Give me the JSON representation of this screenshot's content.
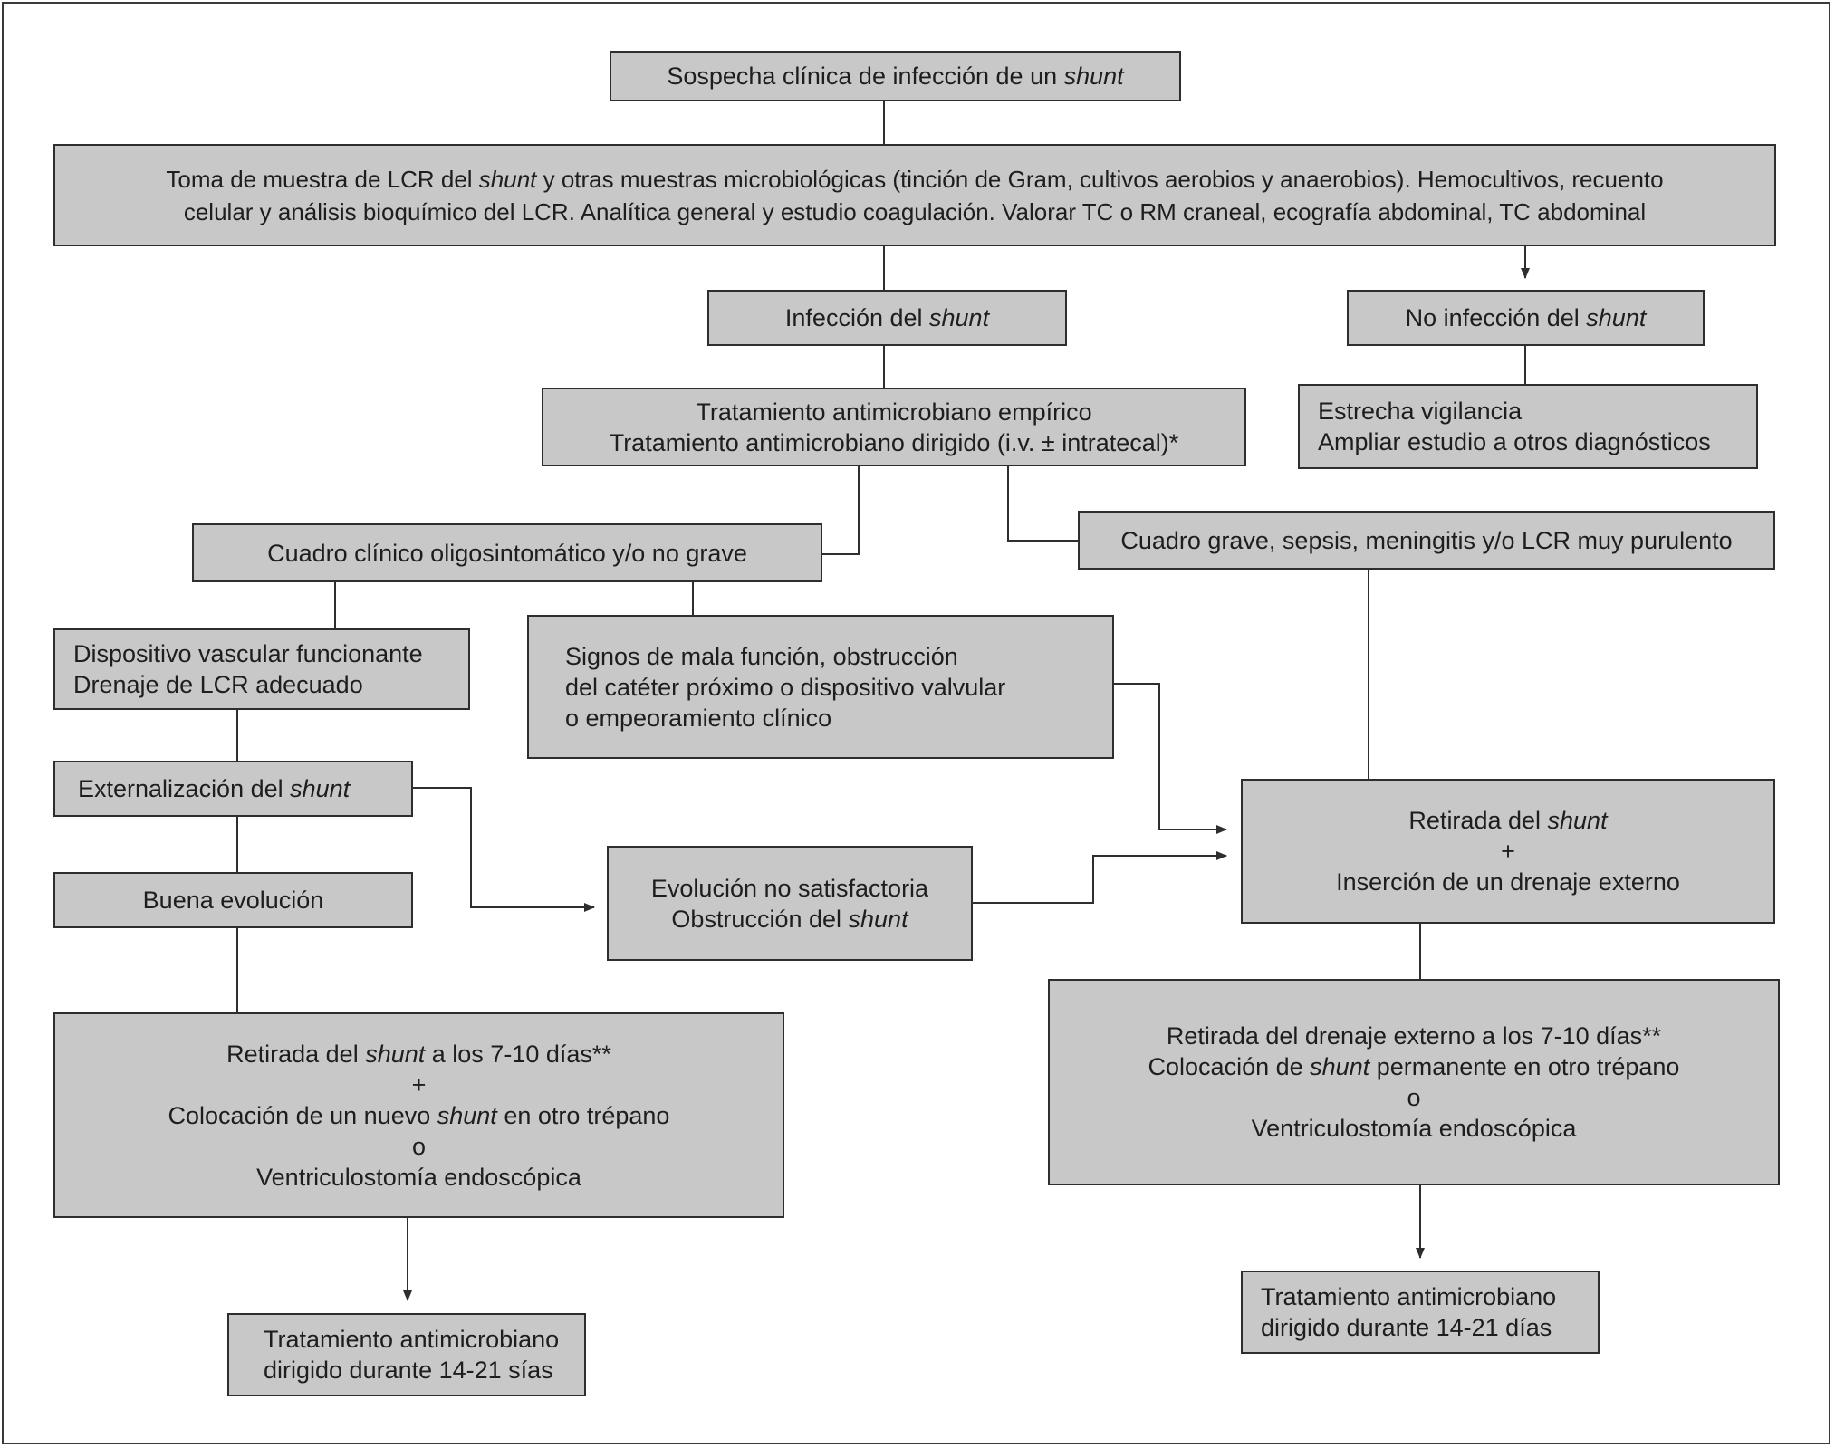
{
  "colors": {
    "box_fill": "#c8c8c8",
    "box_border": "#2e2e2e",
    "connector": "#2e2e2e",
    "frame": "#3a3a3a",
    "text": "#1e1e1e"
  },
  "nodes": {
    "sospecha": {
      "line1": {
        "a": "Sospecha clínica de infección de un ",
        "b": "shunt"
      }
    },
    "toma_muestra": {
      "line1": {
        "a": "Toma de muestra de LCR del ",
        "b": "shunt",
        "c": " y otras muestras microbiológicas (tinción de Gram, cultivos aerobios y anaerobios). Hemocultivos, recuento"
      },
      "line2": "celular y análisis bioquímico del LCR. Analítica general y estudio coagulación. Valorar TC o RM craneal, ecografía abdominal, TC abdominal"
    },
    "infeccion": {
      "line1": {
        "a": "Infección del ",
        "b": "shunt"
      }
    },
    "no_infeccion": {
      "line1": {
        "a": "No infección del ",
        "b": "shunt"
      }
    },
    "tratamiento_empirico": {
      "line1": "Tratamiento antimicrobiano empírico",
      "line2": "Tratamiento antimicrobiano dirigido (i.v. ± intratecal)*"
    },
    "vigilancia": {
      "line1": "Estrecha vigilancia",
      "line2": "Ampliar estudio a otros diagnósticos"
    },
    "oligosintomatico": {
      "line1": "Cuadro clínico oligosintomático y/o no grave"
    },
    "grave": {
      "line1": "Cuadro grave, sepsis, meningitis y/o LCR muy purulento"
    },
    "dispositivo": {
      "line1": "Dispositivo vascular funcionante",
      "line2": "Drenaje de LCR adecuado"
    },
    "signos": {
      "line1": "Signos de mala función, obstrucción",
      "line2": "del catéter próximo o dispositivo valvular",
      "line3": "o empeoramiento clínico"
    },
    "externalizacion": {
      "line1": {
        "a": "Externalización del ",
        "b": "shunt"
      }
    },
    "buena_evolucion": {
      "line1": "Buena evolución"
    },
    "evolucion_no_satisfactoria": {
      "line1": "Evolución no satisfactoria",
      "line2": {
        "a": "Obstrucción del ",
        "b": "shunt"
      }
    },
    "retirada_shunt": {
      "line1": {
        "a": "Retirada del ",
        "b": "shunt"
      },
      "line2": "+",
      "line3": "Inserción de un drenaje externo"
    },
    "retirada_7_10_izq": {
      "line1": {
        "a": "Retirada del ",
        "b": "shunt",
        "c": " a los 7-10 días**"
      },
      "line2": "+",
      "line3": {
        "a": "Colocación de un nuevo ",
        "b": "shunt",
        "c": " en otro trépano"
      },
      "line4": "o",
      "line5": "Ventriculostomía endoscópica"
    },
    "retirada_drenaje_der": {
      "line1": "Retirada del drenaje externo a los 7-10 días**",
      "line2": {
        "a": "Colocación de ",
        "b": "shunt",
        "c": " permanente en otro trépano"
      },
      "line3": "o",
      "line4": "Ventriculostomía endoscópica"
    },
    "tratamiento_final_izq": {
      "line1": "Tratamiento antimicrobiano",
      "line2": "dirigido durante 14-21 sías"
    },
    "tratamiento_final_der": {
      "line1": "Tratamiento antimicrobiano",
      "line2": "dirigido durante 14-21 días"
    }
  }
}
